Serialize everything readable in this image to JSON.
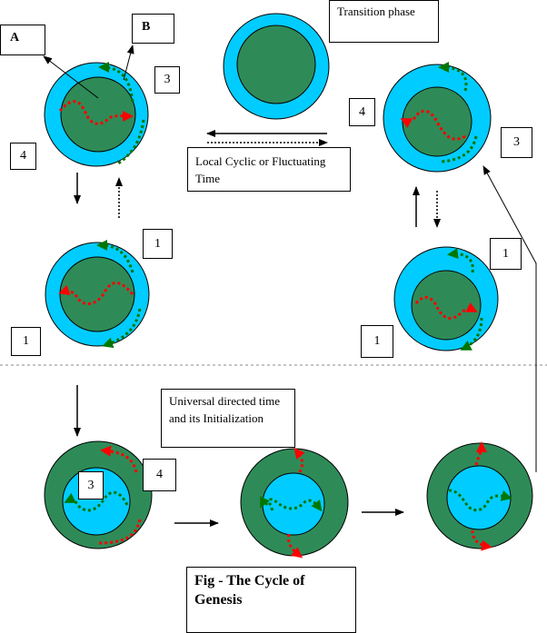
{
  "labels": {
    "a": "A",
    "b": "B",
    "transition": "Transition phase",
    "local_time": "Local Cyclic or Fluctuating Time",
    "universal_time": "Universal directed time and its Initialization",
    "title": "Fig - The Cycle of Genesis"
  },
  "numbers": {
    "n3_top_left": "3",
    "n4_left": "4",
    "n1_mid_left": "1",
    "n1_bottom_left": "1",
    "n4_top_right": "4",
    "n3_right": "3",
    "n1_mid_right": "1",
    "n1_bottom_right": "1",
    "n3_bottom": "3",
    "n4_bottom": "4"
  },
  "colors": {
    "light_blue": "#00ccff",
    "dark_green": "#2e8b57",
    "red": "#ff0000",
    "green_arrow": "#007700"
  }
}
